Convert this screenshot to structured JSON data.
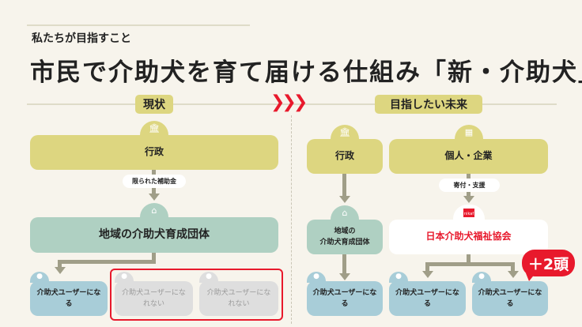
{
  "header": {
    "subtitle": "私たちが目指すこと",
    "title": "市民で介助犬を育て届ける仕組み「新・介助犬」"
  },
  "current": {
    "label": "現状",
    "gov": "行政",
    "funding": "限られた補助金",
    "org": "地域の介助犬育成団体",
    "users": [
      "介助犬ユーザーになる",
      "介助犬ユーザーになれない",
      "介助犬ユーザーになれない"
    ]
  },
  "future": {
    "label": "目指したい未来",
    "gov": "行政",
    "donors": "個人・企業",
    "support": "寄付・支援",
    "org_line1": "地域の",
    "org_line2": "介助犬育成団体",
    "nikaf": "日本介助犬福祉協会",
    "nikaf_logo": "nikaf",
    "users": [
      "介助犬ユーザーになる",
      "介助犬ユーザーになる",
      "介助犬ユーザーになる"
    ],
    "badge": "＋2頭"
  },
  "colors": {
    "accent": "#e8192c",
    "yellow": "#ddd680",
    "green": "#afd0c2",
    "blue": "#a8cdd8",
    "gray": "#dedede"
  }
}
